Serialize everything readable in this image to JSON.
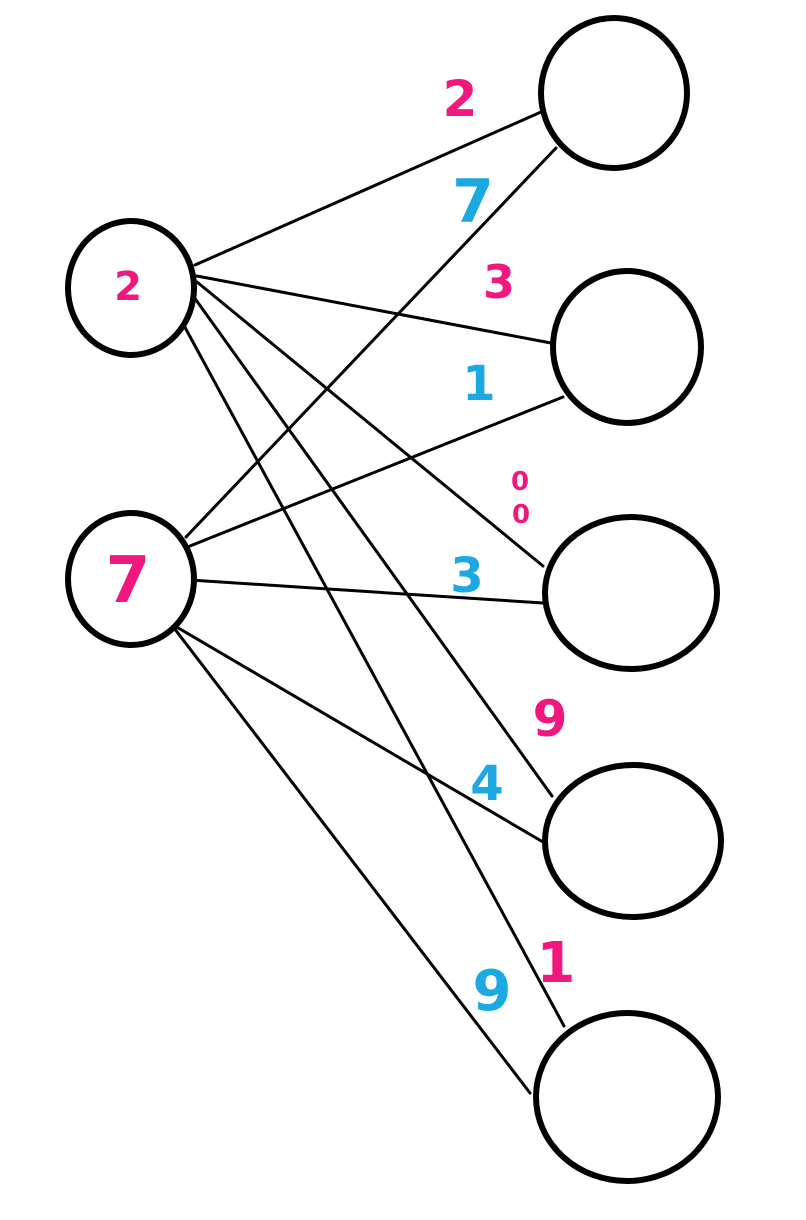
{
  "colors": {
    "pink": "#f0187e",
    "blue": "#1ca8e0",
    "line": "#000000"
  },
  "left_nodes": [
    {
      "label": "2"
    },
    {
      "label": "7"
    }
  ],
  "right_nodes": [
    {
      "label": ""
    },
    {
      "label": ""
    },
    {
      "label": ""
    },
    {
      "label": ""
    },
    {
      "label": ""
    }
  ],
  "edge_labels": {
    "pink": [
      "2",
      "3",
      "0",
      "9",
      "1"
    ],
    "blue": [
      "7",
      "1",
      "3",
      "4",
      "9"
    ]
  }
}
